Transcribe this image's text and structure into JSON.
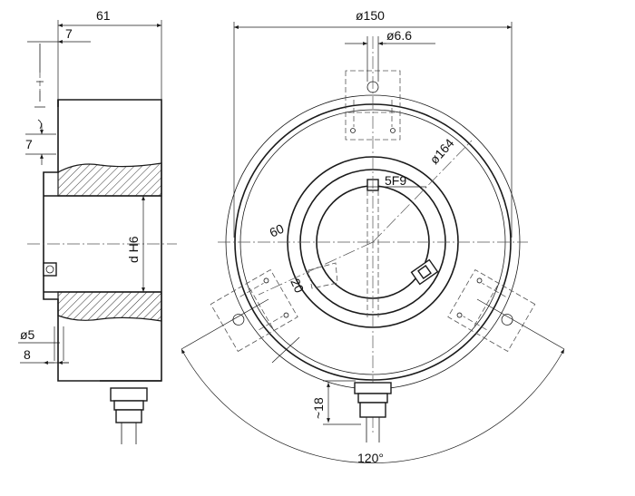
{
  "drawing": {
    "dimensions": {
      "side_width": "61",
      "flange_top": "7",
      "flange_mid": "7",
      "bore": "d H6",
      "small_hole": "ø5",
      "small_hole_offset": "8",
      "outer_diameter": "ø150",
      "mount_hole": "ø6.6",
      "bolt_circle": "ø164",
      "keyway": "5F9",
      "radius_60": "60",
      "radius_20": "20",
      "cable_height": "~18",
      "angle": "120°"
    }
  }
}
